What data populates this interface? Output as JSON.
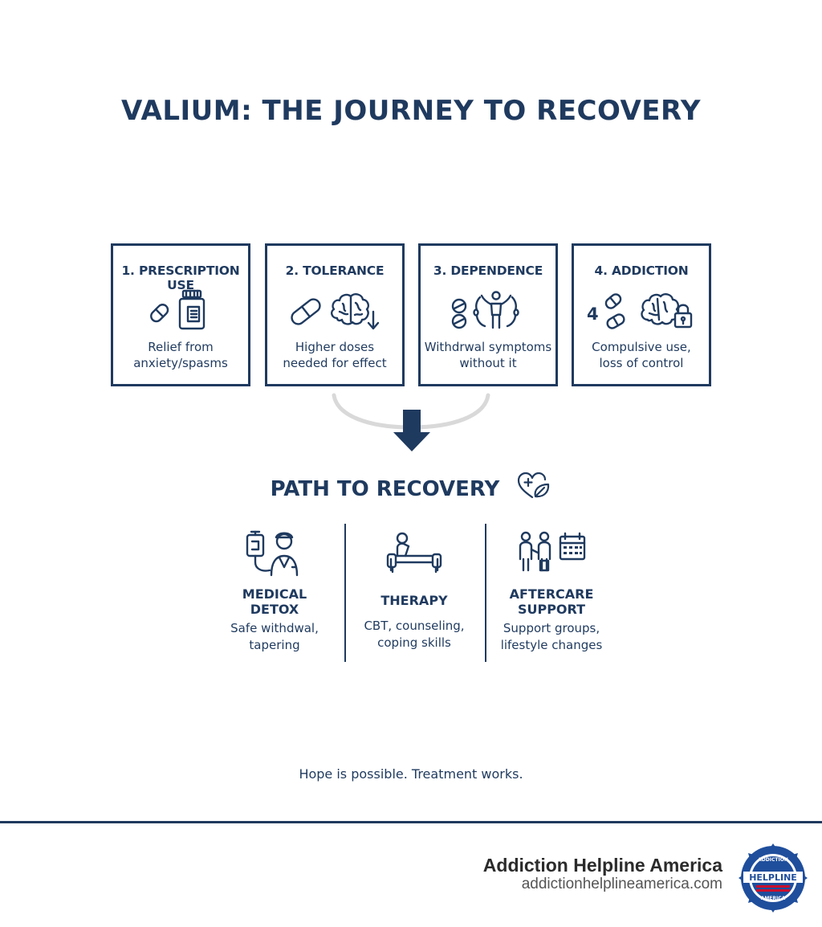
{
  "title": "VALIUM: THE JOURNEY TO RECOVERY",
  "stages": [
    {
      "title": "1. PRESCRIPTION USE",
      "desc_line1": "Relief from",
      "desc_line2": "anxiety/spasms",
      "icon": "pill-bottle-icon"
    },
    {
      "title": "2. TOLERANCE",
      "desc_line1": "Higher doses",
      "desc_line2": "needed for effect",
      "icon": "brain-down-icon"
    },
    {
      "title": "3. DEPENDENCE",
      "desc_line1": "Withdrwal symptoms",
      "desc_line2": "without it",
      "icon": "chained-person-icon"
    },
    {
      "title": "4. ADDICTION",
      "number_label": "4",
      "desc_line1": "Compulsive use,",
      "desc_line2": "loss of control",
      "icon": "brain-lock-icon"
    }
  ],
  "recovery": {
    "title": "PATH TO RECOVERY",
    "steps": [
      {
        "title_line1": "MEDICAL",
        "title_line2": "DETOX",
        "desc_line1": "Safe withdwal,",
        "desc_line2": "tapering",
        "icon": "doctor-iv-icon"
      },
      {
        "title_line1": "THERAPY",
        "title_line2": "",
        "desc_line1": "CBT, counseling,",
        "desc_line2": "coping skills",
        "icon": "therapy-couch-icon"
      },
      {
        "title_line1": "AFTERCARE",
        "title_line2": "SUPPORT",
        "desc_line1": "Support groups,",
        "desc_line2": "lifestyle changes",
        "icon": "support-calendar-icon"
      }
    ]
  },
  "tagline": "Hope is possible. Treatment works.",
  "footer": {
    "brand": "Addiction Helpline America",
    "url": "addictionhelplineamerica.com",
    "logo_text_top": "ADDICTION",
    "logo_text_mid": "HELPLINE",
    "logo_text_bottom": "AMERICA"
  },
  "colors": {
    "navy": "#1f3a5f",
    "gray_curve": "#d9d9d9",
    "logo_red": "#c8102e",
    "logo_blue": "#1f4e9c"
  }
}
